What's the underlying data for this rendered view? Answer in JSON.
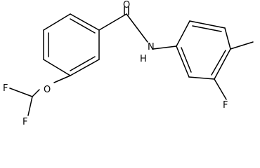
{
  "molecule": {
    "atom_labels": {
      "oxygen_carbonyl": "O",
      "nitrogen_amide": "N",
      "hydrogen_amide": "H",
      "oxygen_ether": "O",
      "fluorine_1": "F",
      "fluorine_2": "F",
      "fluorine_ring": "F"
    }
  }
}
